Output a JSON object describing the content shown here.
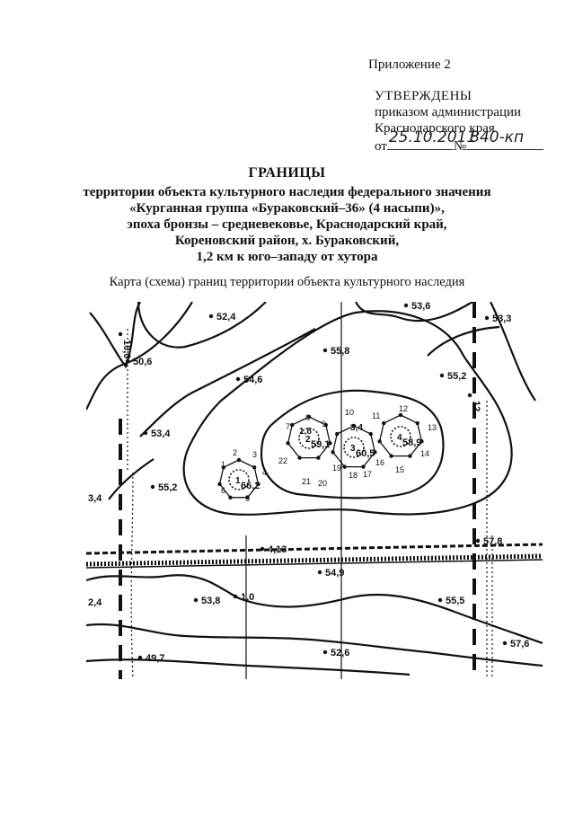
{
  "header": {
    "appendix": "Приложение 2",
    "approved_title": "УТВЕРЖДЕНЫ",
    "approved_line1": "приказом администрации",
    "approved_line2": "Краснодарского края",
    "approved_date_prefix": "от",
    "approved_date": "25.10.2011",
    "approved_number_sign": "№",
    "approved_number": "840-кп"
  },
  "title": {
    "heading": "ГРАНИЦЫ",
    "line1": "территории объекта культурного наследия федерального значения",
    "line2": "«Курганная группа «Бураковский–36» (4 насыпи)»,",
    "line3": "эпоха бронзы – средневековье, Краснодарский край,",
    "line4": "Кореновский район, х. Бураковский,",
    "line5": "1,2 км к юго–западу от хутора"
  },
  "caption": "Карта (схема) границ территории объекта культурного наследия",
  "map": {
    "elevations": [
      "52,4",
      "50,6",
      "54,6",
      "53,4",
      "55,2",
      "3,4",
      "55,8",
      "55,2",
      "53,3",
      "53,6",
      "54,9",
      "53,8",
      "55,5",
      "52,6",
      "49,7",
      "57,6",
      "2,4",
      "1,0",
      "57,8",
      "4,13",
      "10,0",
      "12"
    ],
    "mounds": [
      "66,2",
      "59,1",
      "60,5",
      "58,9",
      "3,4",
      "1,8"
    ],
    "mound_numbers": [
      "1",
      "2",
      "3",
      "4"
    ],
    "points": [
      "1",
      "2",
      "3",
      "4",
      "5",
      "6",
      "7",
      "8",
      "9",
      "10",
      "11",
      "12",
      "13",
      "14",
      "15",
      "16",
      "17",
      "18",
      "19",
      "20",
      "21",
      "22"
    ]
  }
}
